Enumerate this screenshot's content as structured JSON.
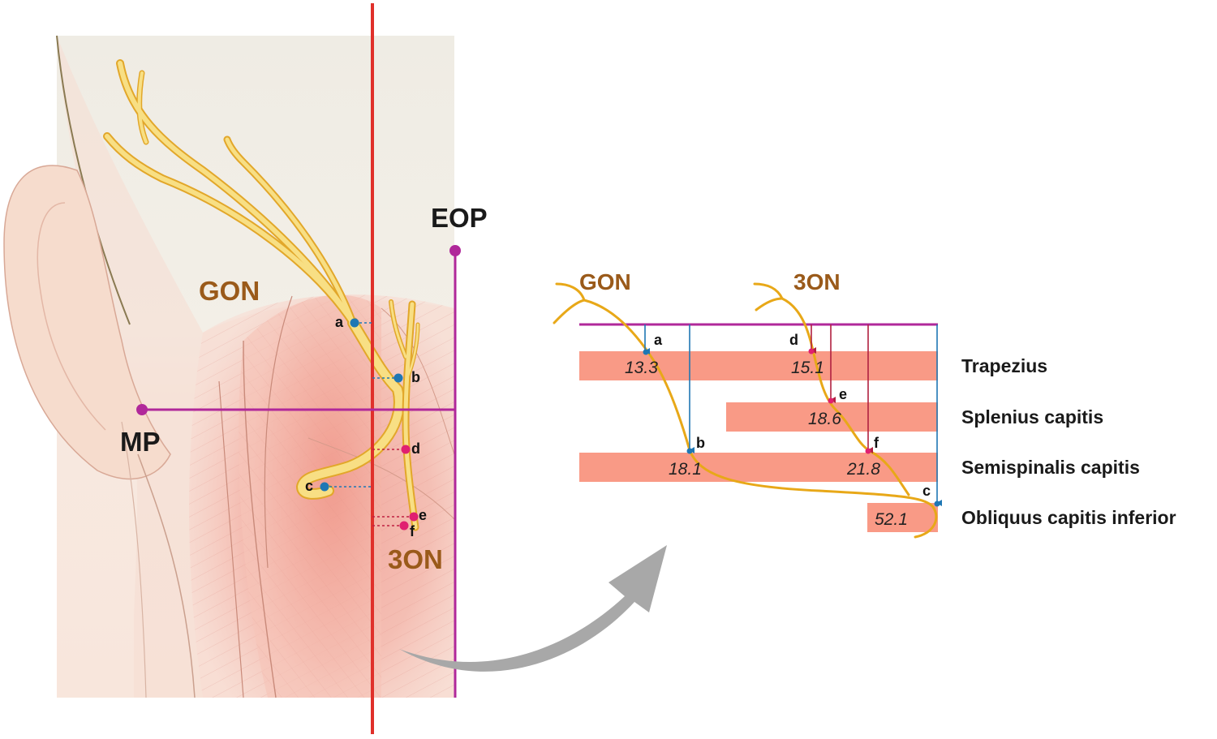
{
  "colors": {
    "nerve": "#f6d16a",
    "nerve_outline": "#e2a72a",
    "nerve_label": "#9a5a1a",
    "reference_line": "#e0302a",
    "landmark_line": "#b0289a",
    "gon_point": "#1f77b4",
    "ton_point": "#e02070",
    "muscle_band": "#f99a86",
    "arrow": "#a8a8a8"
  },
  "left_panel": {
    "landmark_eop": "EOP",
    "landmark_mp": "MP",
    "nerve_gon": "GON",
    "nerve_3on": "3ON",
    "point_a": "a",
    "point_b": "b",
    "point_c": "c",
    "point_d": "d",
    "point_e": "e",
    "point_f": "f"
  },
  "right_panel": {
    "nerve_gon": "GON",
    "nerve_3on": "3ON",
    "point_a": "a",
    "point_b": "b",
    "point_c": "c",
    "point_d": "d",
    "point_e": "e",
    "point_f": "f",
    "muscles": [
      {
        "name": "Trapezius"
      },
      {
        "name": "Splenius capitis"
      },
      {
        "name": "Semispinalis capitis"
      },
      {
        "name": "Obliquus capitis inferior"
      }
    ],
    "depths": {
      "a": "13.3",
      "d": "15.1",
      "e": "18.6",
      "b": "18.1",
      "f": "21.8",
      "c": "52.1"
    }
  }
}
